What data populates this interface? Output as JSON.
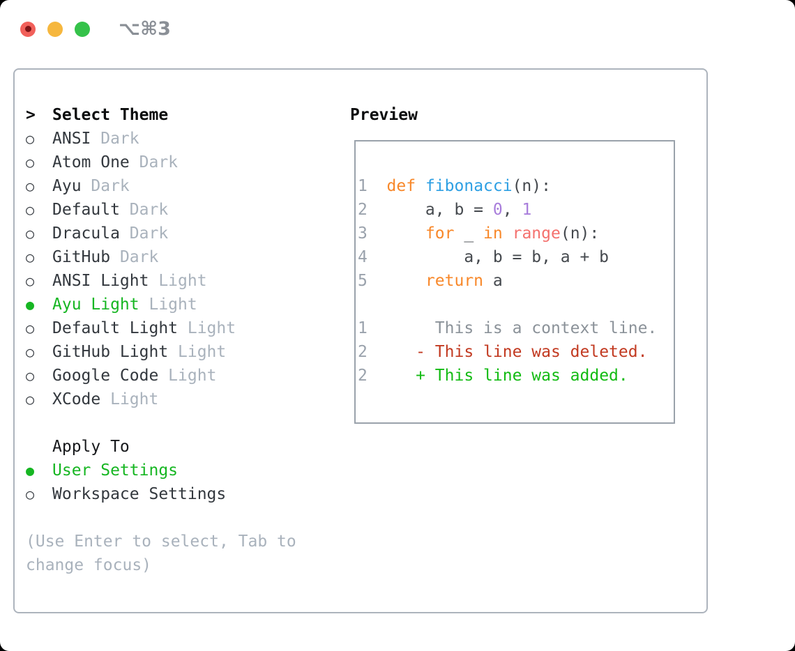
{
  "window": {
    "shortcut_label": "⌥⌘3",
    "traffic_lights": [
      "close",
      "minimize",
      "zoom"
    ]
  },
  "theme_picker": {
    "title_marker": ">",
    "title": "Select Theme",
    "radio_unselected": "○",
    "radio_selected": "●",
    "items": [
      {
        "name": "ANSI",
        "variant": "Dark",
        "selected": false
      },
      {
        "name": "Atom One",
        "variant": "Dark",
        "selected": false
      },
      {
        "name": "Ayu",
        "variant": "Dark",
        "selected": false
      },
      {
        "name": "Default",
        "variant": "Dark",
        "selected": false
      },
      {
        "name": "Dracula",
        "variant": "Dark",
        "selected": false
      },
      {
        "name": "GitHub",
        "variant": "Dark",
        "selected": false
      },
      {
        "name": "ANSI Light",
        "variant": "Light",
        "selected": false
      },
      {
        "name": "Ayu Light",
        "variant": "Light",
        "selected": true
      },
      {
        "name": "Default Light",
        "variant": "Light",
        "selected": false
      },
      {
        "name": "GitHub Light",
        "variant": "Light",
        "selected": false
      },
      {
        "name": "Google Code",
        "variant": "Light",
        "selected": false
      },
      {
        "name": "XCode",
        "variant": "Light",
        "selected": false
      }
    ]
  },
  "apply_to": {
    "title": "Apply To",
    "options": [
      {
        "label": "User Settings",
        "selected": true
      },
      {
        "label": "Workspace Settings",
        "selected": false
      }
    ]
  },
  "hint": "(Use Enter to select, Tab to change focus)",
  "preview": {
    "title": "Preview",
    "lines": [
      [
        {
          "t": "1  ",
          "c": "line_number"
        },
        {
          "t": "def",
          "c": "keyword"
        },
        {
          "t": " ",
          "c": "code_text"
        },
        {
          "t": "fibonacci",
          "c": "function"
        },
        {
          "t": "(n):",
          "c": "code_text"
        }
      ],
      [
        {
          "t": "2  ",
          "c": "line_number"
        },
        {
          "t": "    a, b = ",
          "c": "code_text"
        },
        {
          "t": "0",
          "c": "number"
        },
        {
          "t": ", ",
          "c": "code_text"
        },
        {
          "t": "1",
          "c": "number"
        }
      ],
      [
        {
          "t": "3  ",
          "c": "line_number"
        },
        {
          "t": "    ",
          "c": "code_text"
        },
        {
          "t": "for",
          "c": "keyword"
        },
        {
          "t": " _ ",
          "c": "code_text"
        },
        {
          "t": "in",
          "c": "keyword"
        },
        {
          "t": " ",
          "c": "code_text"
        },
        {
          "t": "range",
          "c": "call"
        },
        {
          "t": "(n):",
          "c": "code_text"
        }
      ],
      [
        {
          "t": "4  ",
          "c": "line_number"
        },
        {
          "t": "        a, b = b, a + b",
          "c": "code_text"
        }
      ],
      [
        {
          "t": "5  ",
          "c": "line_number"
        },
        {
          "t": "    ",
          "c": "code_text"
        },
        {
          "t": "return",
          "c": "keyword"
        },
        {
          "t": " a",
          "c": "code_text"
        }
      ],
      [],
      [
        {
          "t": "1",
          "c": "line_number"
        },
        {
          "t": "       This is a context line.",
          "c": "context"
        }
      ],
      [
        {
          "t": "2",
          "c": "line_number"
        },
        {
          "t": "     ",
          "c": "code_text"
        },
        {
          "t": "- This line was deleted.",
          "c": "deleted"
        }
      ],
      [
        {
          "t": "2",
          "c": "line_number"
        },
        {
          "t": "     ",
          "c": "code_text"
        },
        {
          "t": "+ This line was added.",
          "c": "added"
        }
      ]
    ]
  },
  "colors": {
    "selection_green": "#16b622",
    "line_number": "#9aa2ac",
    "keyword": "#f8882a",
    "function": "#2d9fe3",
    "number": "#a87ddb",
    "call": "#f4716e",
    "code_text": "#45494e",
    "context": "#8b9299",
    "deleted": "#c23a21",
    "added": "#13bb13",
    "item_text": "#33383e",
    "variant_text": "#a9b2bc",
    "panel_border": "#adb4bd"
  }
}
